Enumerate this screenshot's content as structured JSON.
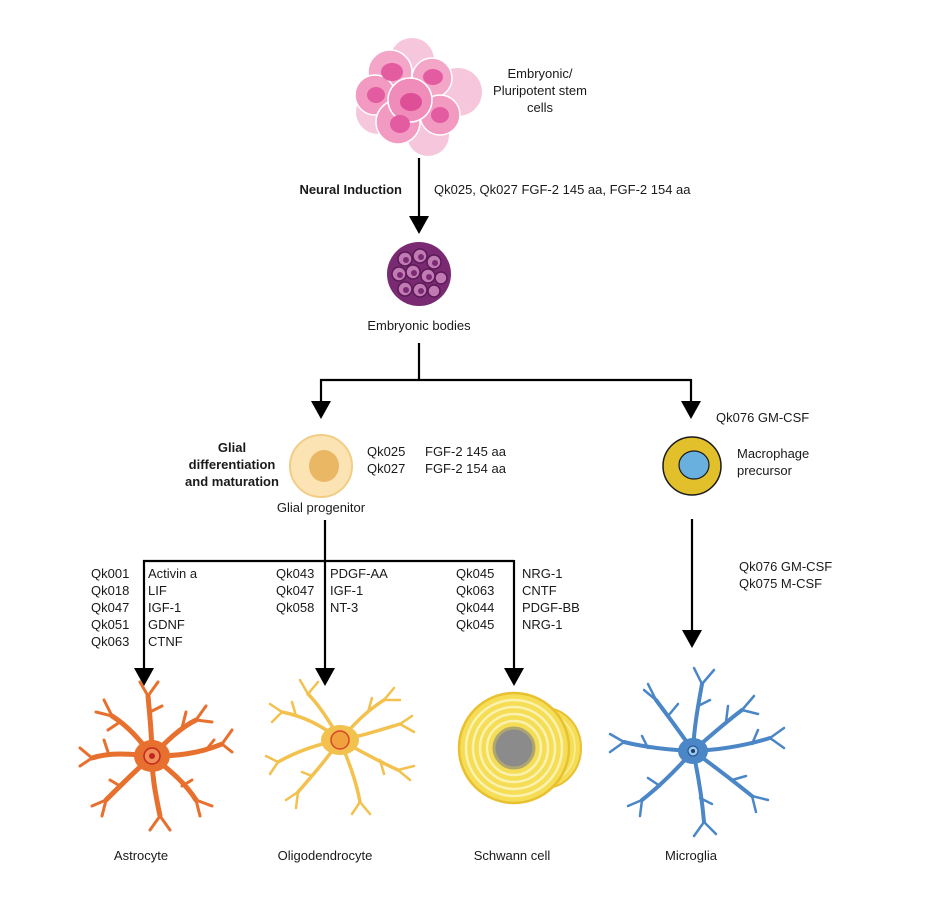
{
  "stem_cells": {
    "label_line1": "Embryonic/",
    "label_line2": "Pluripotent stem",
    "label_line3": "cells"
  },
  "neural_induction": {
    "label": "Neural Induction",
    "factors": "Qk025, Qk027   FGF-2 145 aa, FGF-2 154 aa"
  },
  "embryonic_bodies": {
    "label": "Embryonic bodies"
  },
  "glial_branch": {
    "process_line1": "Glial",
    "process_line2": "differentiation",
    "process_line3": "and maturation",
    "progenitor_label": "Glial progenitor",
    "factors": [
      {
        "code": "Qk025",
        "name": "FGF-2 145 aa"
      },
      {
        "code": "Qk027",
        "name": "FGF-2 154 aa"
      }
    ]
  },
  "macrophage_branch": {
    "entry_factor": "Qk076 GM-CSF",
    "precursor_line1": "Macrophage",
    "precursor_line2": "precursor",
    "factors": [
      "Qk076 GM-CSF",
      "Qk075 M-CSF"
    ]
  },
  "astrocyte": {
    "label": "Astrocyte",
    "factors": [
      {
        "code": "Qk001",
        "name": "Activin a"
      },
      {
        "code": "Qk018",
        "name": "LIF"
      },
      {
        "code": "Qk047",
        "name": "IGF-1"
      },
      {
        "code": "Qk051",
        "name": "GDNF"
      },
      {
        "code": "Qk063",
        "name": "CTNF"
      }
    ]
  },
  "oligodendrocyte": {
    "label": "Oligodendrocyte",
    "factors": [
      {
        "code": "Qk043",
        "name": "PDGF-AA"
      },
      {
        "code": "Qk047",
        "name": "IGF-1"
      },
      {
        "code": "Qk058",
        "name": "NT-3"
      }
    ]
  },
  "schwann": {
    "label": "Schwann cell",
    "factors": [
      {
        "code": "Qk045",
        "name": "NRG-1"
      },
      {
        "code": "Qk063",
        "name": "CNTF"
      },
      {
        "code": "Qk044",
        "name": "PDGF-BB"
      },
      {
        "code": "Qk045",
        "name": "NRG-1"
      }
    ]
  },
  "microglia": {
    "label": "Microglia"
  },
  "colors": {
    "stem_pink": "#e86aa8",
    "stem_light": "#f6c6dc",
    "embryoid_purple": "#7a2a72",
    "embryoid_light": "#c27ab5",
    "progenitor_fill": "#fbe3b4",
    "progenitor_nucleus": "#eab865",
    "macrophage_yellow": "#e2c02c",
    "macrophage_blue": "#69b0df",
    "astro_orange": "#e8702e",
    "oligo_yellow": "#f2c14e",
    "schwann_yellow": "#f5dd55",
    "microglia_blue": "#4b86c6"
  }
}
